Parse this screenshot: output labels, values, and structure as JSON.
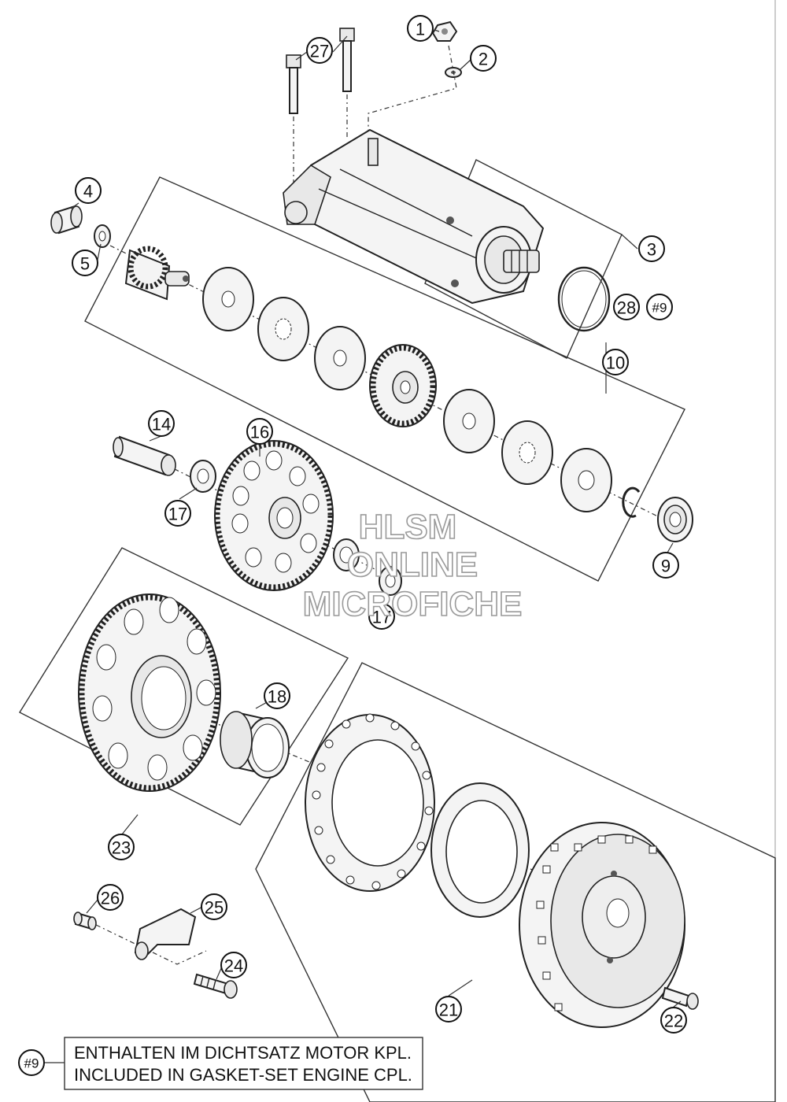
{
  "labels": [
    {
      "id": "1",
      "text": "1"
    },
    {
      "id": "2",
      "text": "2"
    },
    {
      "id": "27",
      "text": "27"
    },
    {
      "id": "4",
      "text": "4"
    },
    {
      "id": "5",
      "text": "5"
    },
    {
      "id": "3",
      "text": "3"
    },
    {
      "id": "28",
      "text": "28"
    },
    {
      "id": "h9a",
      "text": "#9"
    },
    {
      "id": "10",
      "text": "10"
    },
    {
      "id": "14",
      "text": "14"
    },
    {
      "id": "16",
      "text": "16"
    },
    {
      "id": "17a",
      "text": "17"
    },
    {
      "id": "17b",
      "text": "17"
    },
    {
      "id": "9",
      "text": "9"
    },
    {
      "id": "18",
      "text": "18"
    },
    {
      "id": "23",
      "text": "23"
    },
    {
      "id": "21",
      "text": "21"
    },
    {
      "id": "26",
      "text": "26"
    },
    {
      "id": "25",
      "text": "25"
    },
    {
      "id": "24",
      "text": "24"
    },
    {
      "id": "22",
      "text": "22"
    },
    {
      "id": "h9b",
      "text": "#9"
    }
  ],
  "watermark": {
    "line1": "HLSM",
    "line2": "ONLINE",
    "line3": "MICROFICHE"
  },
  "note": {
    "ref": "#9",
    "line_de": "ENTHALTEN IM DICHTSATZ MOTOR KPL.",
    "line_en": "INCLUDED IN GASKET-SET ENGINE CPL."
  }
}
